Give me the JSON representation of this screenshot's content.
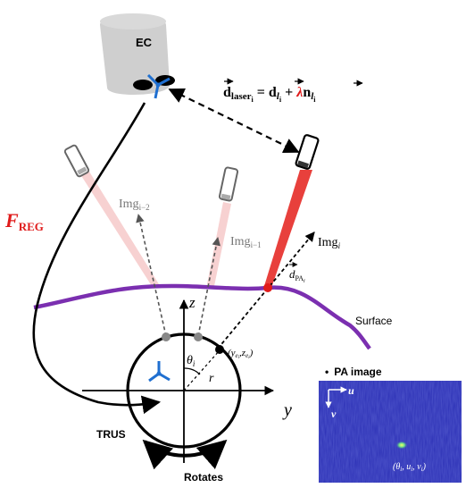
{
  "labels": {
    "camera": "EC",
    "equation": {
      "lhs_vec": "d",
      "lhs_sub": "laser",
      "lhs_subsub": "i",
      "equals": "=",
      "rhs1_vec": "d",
      "rhs1_sub": "l",
      "rhs1_subsub": "i",
      "plus": "+",
      "lambda": "λ",
      "rhs2_vec": "n",
      "rhs2_sub": "l",
      "rhs2_subsub": "i"
    },
    "f_reg": {
      "main": "F",
      "sub": "REG"
    },
    "img_i_minus_2": {
      "main": "Img",
      "sub": "i−2"
    },
    "img_i_minus_1": {
      "main": "Img",
      "sub": "i−1"
    },
    "img_i": {
      "main": "Img",
      "sub": "i"
    },
    "d_pa": {
      "vec": "d",
      "sub": "PA",
      "subsub": "i"
    },
    "surface": "Surface",
    "axis_z": "z",
    "axis_y": "y",
    "theta": {
      "main": "θ",
      "sub": "i"
    },
    "radius": "r",
    "point": {
      "open": "(y",
      "sub1": "e",
      "subsub1": "i",
      "comma": ",",
      "z": "z",
      "sub2": "e",
      "subsub2": "i",
      "close": ")"
    },
    "trus": "TRUS",
    "rotates": "Rotates",
    "pa_image_title": "PA image",
    "pa_bullet": "•",
    "pa_axis_u": "u",
    "pa_axis_v": "v",
    "pa_point": "(θ",
    "pa_point_sub": "i",
    "pa_point_rest": ", u",
    "pa_point_rest2": ", v",
    "pa_point_close": ")"
  },
  "colors": {
    "laser_red": "#e8403c",
    "laser_pink": "#f2b3b3",
    "surface_purple": "#7b2fb0",
    "accent_red": "#e01b1b",
    "frame_blue": "#1f6fd0",
    "pa_bg": "#2b2fb5",
    "camera_gray": "#cfcfcf"
  }
}
